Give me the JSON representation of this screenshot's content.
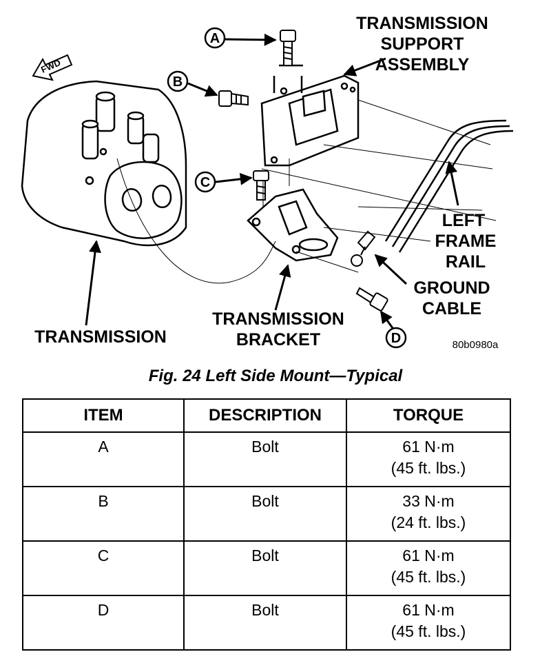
{
  "diagram": {
    "callouts": [
      "A",
      "B",
      "C",
      "D"
    ],
    "labels": {
      "support_assembly": [
        "TRANSMISSION",
        "SUPPORT",
        "ASSEMBLY"
      ],
      "frame_rail": [
        "LEFT",
        "FRAME",
        "RAIL"
      ],
      "ground_cable": [
        "GROUND",
        "CABLE"
      ],
      "transmission": "TRANSMISSION",
      "bracket": [
        "TRANSMISSION",
        "BRACKET"
      ],
      "fwd": "FWD"
    },
    "figure_code": "80b0980a"
  },
  "caption": "Fig. 24 Left Side Mount—Typical",
  "table": {
    "headers": [
      "ITEM",
      "DESCRIPTION",
      "TORQUE"
    ],
    "rows": [
      {
        "item": "A",
        "description": "Bolt",
        "torque": [
          "61 N·m",
          "(45 ft. lbs.)"
        ]
      },
      {
        "item": "B",
        "description": "Bolt",
        "torque": [
          "33 N·m",
          "(24 ft. lbs.)"
        ]
      },
      {
        "item": "C",
        "description": "Bolt",
        "torque": [
          "61 N·m",
          "(45 ft. lbs.)"
        ]
      },
      {
        "item": "D",
        "description": "Bolt",
        "torque": [
          "61 N·m",
          "(45 ft. lbs.)"
        ]
      }
    ]
  }
}
